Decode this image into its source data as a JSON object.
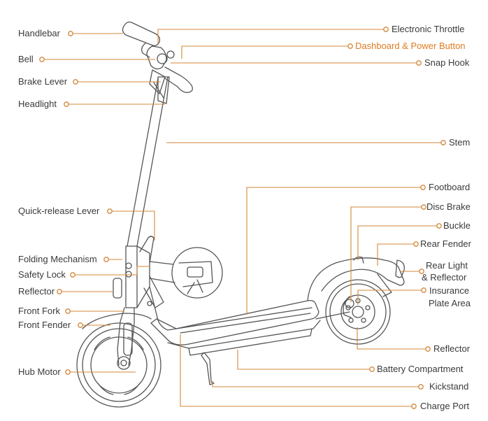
{
  "colors": {
    "leader": "#d4873a",
    "highlight": "#e07b20",
    "outline": "#555555",
    "text": "#3a3a3a"
  },
  "labels_left": {
    "handlebar": "Handlebar",
    "bell": "Bell",
    "brake_lever": "Brake Lever",
    "headlight": "Headlight",
    "quick_release_lever": "Quick-release Lever",
    "folding_mechanism": "Folding Mechanism",
    "safety_lock": "Safety Lock",
    "reflector": "Reflector",
    "front_fork": "Front Fork",
    "front_fender": "Front Fender",
    "hub_motor": "Hub Motor"
  },
  "labels_right": {
    "electronic_throttle": "Electronic Throttle",
    "dashboard_power_button": "Dashboard & Power Button",
    "snap_hook": "Snap Hook",
    "stem": "Stem",
    "footboard": "Footboard",
    "disc_brake": "Disc Brake",
    "buckle": "Buckle",
    "rear_fender": "Rear Fender",
    "rear_light_line1": "Rear Light",
    "rear_light_line2": "& Reflector",
    "insurance_line1": "Insurance",
    "insurance_line2": "Plate Area",
    "rear_reflector": "Reflector",
    "battery_compartment": "Battery Compartment",
    "kickstand": "Kickstand",
    "charge_port": "Charge Port"
  }
}
